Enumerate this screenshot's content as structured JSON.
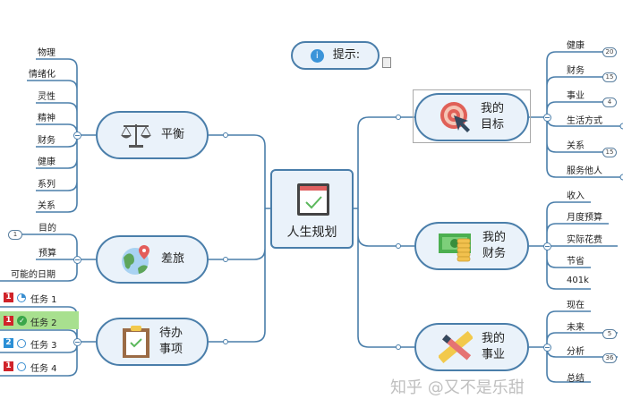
{
  "central": {
    "label": "人生规划",
    "icon": "calendar-check-icon"
  },
  "tip": {
    "label": "提示:",
    "icon": "info-icon",
    "note_icon": "note-icon"
  },
  "left": {
    "balance": {
      "label": "平衡",
      "icon": "scales-icon",
      "children": [
        "物理",
        "情绪化",
        "灵性",
        "精神",
        "财务",
        "健康",
        "系列",
        "关系"
      ]
    },
    "travel": {
      "label": "差旅",
      "icon": "globe-pin-icon",
      "children": [
        "目的",
        "预算",
        "可能的日期"
      ],
      "badge": "1"
    },
    "todo": {
      "label": "待办\n事项",
      "label1": "待办",
      "label2": "事项",
      "icon": "clipboard-icon",
      "tasks": [
        {
          "label": "任务 1",
          "priority": "1",
          "status": "in-progress",
          "progress": 0.25
        },
        {
          "label": "任务 2",
          "priority": "1",
          "status": "done",
          "progress": 1
        },
        {
          "label": "任务 3",
          "priority": "2",
          "status": "not-started",
          "progress": 0
        },
        {
          "label": "任务 4",
          "priority": "1",
          "status": "not-started",
          "progress": 0
        }
      ]
    }
  },
  "right": {
    "goals": {
      "label1": "我的",
      "label2": "目标",
      "icon": "target-icon",
      "children": [
        {
          "label": "健康",
          "badge": "20"
        },
        {
          "label": "财务",
          "badge": "15"
        },
        {
          "label": "事业",
          "badge": "4"
        },
        {
          "label": "生活方式"
        },
        {
          "label": "关系",
          "badge": "15"
        },
        {
          "label": "服务他人"
        }
      ]
    },
    "finance": {
      "label1": "我的",
      "label2": "财务",
      "icon": "money-coins-icon",
      "children": [
        "收入",
        "月度预算",
        "实际花费",
        "节省",
        "401k"
      ]
    },
    "career": {
      "label1": "我的",
      "label2": "事业",
      "icon": "pencil-ruler-icon",
      "children": [
        {
          "label": "现在"
        },
        {
          "label": "未来",
          "badge": "5"
        },
        {
          "label": "分析",
          "badge": "36"
        },
        {
          "label": "总结"
        }
      ]
    }
  },
  "watermark": "知乎 @又不是乐甜",
  "colors": {
    "line": "#4a7eaa",
    "node_fill": "#eaf2fa",
    "priority1": "#d0232a",
    "priority2": "#2b8fd6",
    "done": "#3aa64a",
    "highlight": "#a8e08f"
  }
}
